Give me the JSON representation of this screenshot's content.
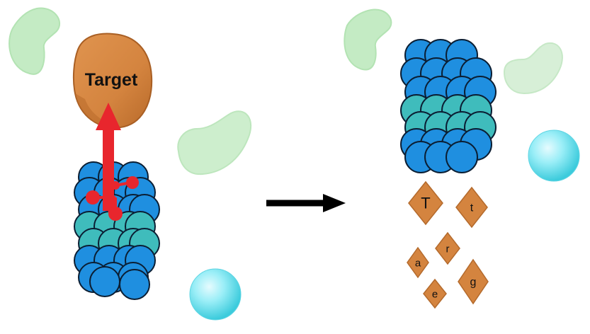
{
  "target": {
    "label": "Target"
  },
  "fragments": [
    {
      "letter": "T"
    },
    {
      "letter": "t"
    },
    {
      "letter": "r"
    },
    {
      "letter": "a"
    },
    {
      "letter": "g"
    },
    {
      "letter": "e"
    }
  ],
  "colors": {
    "target_orange": "#d4843f",
    "target_shadow": "#b86a2a",
    "protac_red": "#e8262d",
    "proteasome_blue": "#1f8fe0",
    "proteasome_teal": "#3fbcbc",
    "bean_green": "#c4ebc4",
    "sphere_cyan": "#7fe3ef",
    "arrow_black": "#000000"
  },
  "icons": {
    "process_arrow": "arrow-right-icon",
    "protac": "linker-icon"
  }
}
